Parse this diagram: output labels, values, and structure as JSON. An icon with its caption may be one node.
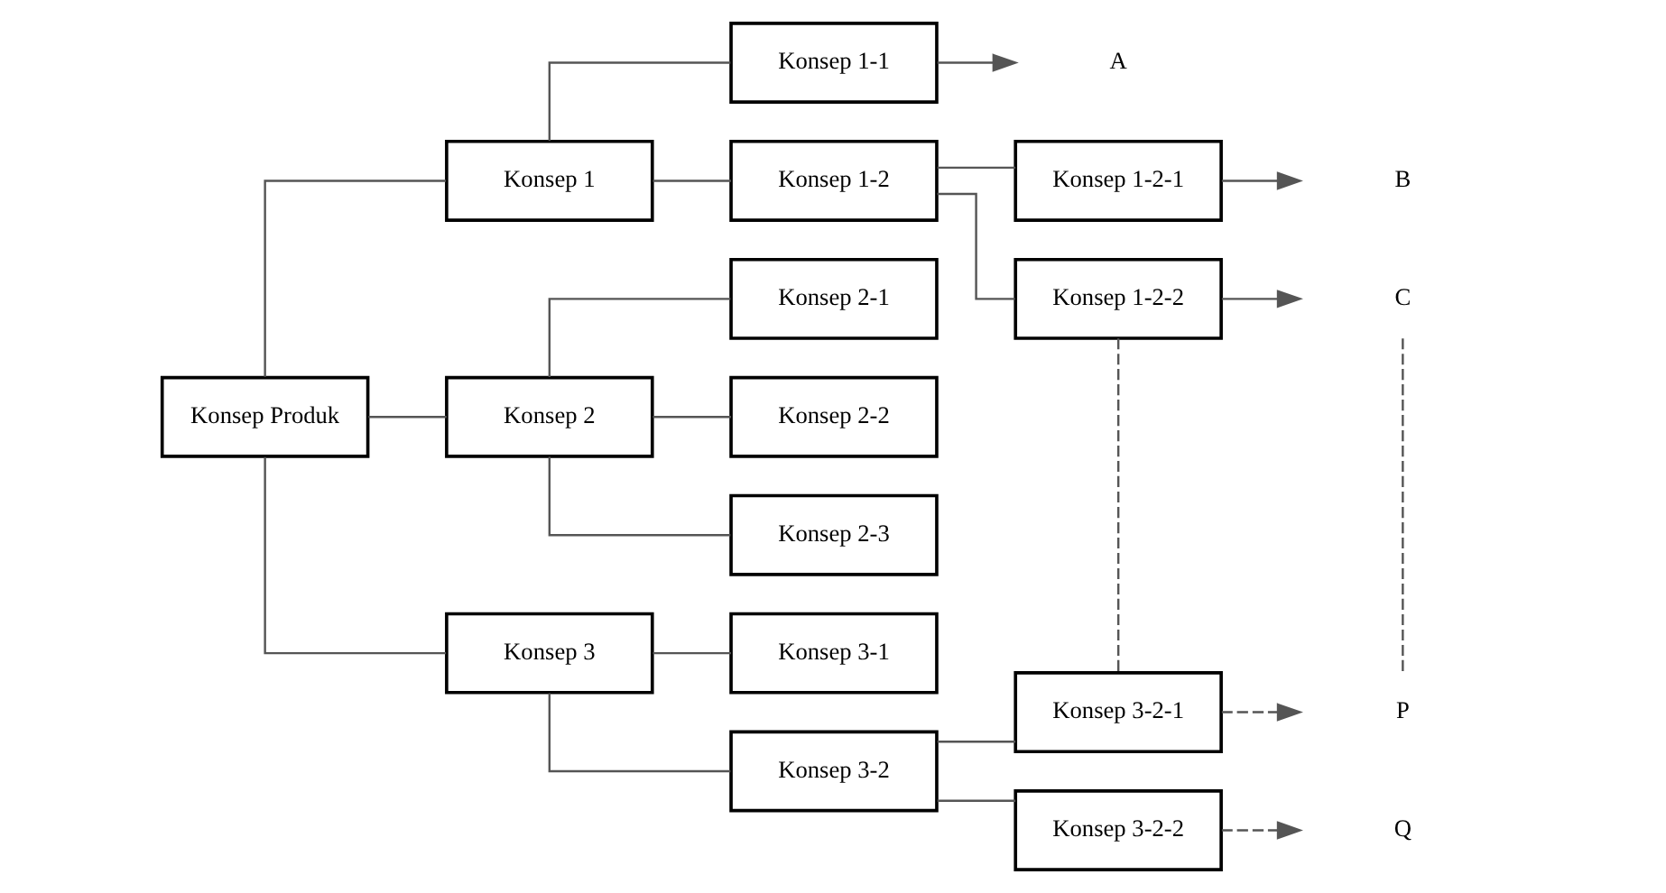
{
  "diagram": {
    "nodes": [
      {
        "text": [
          "Konsep Produk"
        ]
      },
      {
        "text": [
          "Konsep 1"
        ]
      },
      {
        "text": [
          "Konsep 2"
        ]
      },
      {
        "text": [
          "Konsep 3"
        ]
      },
      {
        "text": [
          "Konsep 1-1"
        ]
      },
      {
        "text": [
          "Konsep 1-2"
        ]
      },
      {
        "text": [
          "Konsep 2-1"
        ]
      },
      {
        "text": [
          "Konsep 2-2"
        ]
      },
      {
        "text": [
          "Konsep 2-3"
        ]
      },
      {
        "text": [
          "Konsep 3-1"
        ]
      },
      {
        "text": [
          "Konsep 3-2"
        ]
      },
      {
        "text": [
          "Konsep 1-2-1"
        ]
      },
      {
        "text": [
          "Konsep 1-2-2"
        ]
      },
      {
        "text": [
          "Konsep 3-2-1"
        ]
      },
      {
        "text": [
          "Konsep 3-2-2"
        ]
      },
      {
        "text": [
          "A"
        ]
      },
      {
        "text": [
          "B"
        ]
      },
      {
        "text": [
          "C"
        ]
      },
      {
        "text": [
          "P"
        ]
      },
      {
        "text": [
          "Q"
        ]
      }
    ],
    "edges": [
      {
        "from": 0,
        "to": 1,
        "arrow": "none"
      },
      {
        "from": 0,
        "to": 2,
        "arrow": "none"
      },
      {
        "from": 0,
        "to": 3,
        "arrow": "none"
      },
      {
        "from": 1,
        "to": 4,
        "arrow": "none"
      },
      {
        "from": 1,
        "to": 5,
        "arrow": "none"
      },
      {
        "from": 2,
        "to": 6,
        "arrow": "none"
      },
      {
        "from": 2,
        "to": 7,
        "arrow": "none"
      },
      {
        "from": 2,
        "to": 8,
        "arrow": "none"
      },
      {
        "from": 3,
        "to": 9,
        "arrow": "none"
      },
      {
        "from": 3,
        "to": 10,
        "arrow": "none"
      },
      {
        "from": 5,
        "to": 11,
        "arrow": "none"
      },
      {
        "from": 5,
        "to": 12,
        "arrow": "none"
      },
      {
        "from": 10,
        "to": 13,
        "arrow": "none"
      },
      {
        "from": 10,
        "to": 14,
        "arrow": "none"
      },
      {
        "from": 4,
        "to": 15,
        "arrow": "to"
      },
      {
        "from": 11,
        "to": 16,
        "arrow": "to"
      },
      {
        "from": 12,
        "to": 17,
        "arrow": "to"
      },
      {
        "from": 13,
        "to": 18,
        "arrow": "to",
        "style": "dashed"
      },
      {
        "from": 14,
        "to": 19,
        "arrow": "to",
        "style": "dashed"
      },
      {
        "from": 12,
        "to": 13,
        "arrow": "none",
        "style": "dashed"
      },
      {
        "from": 17,
        "to": 18,
        "arrow": "none",
        "style": "dashed"
      }
    ]
  }
}
